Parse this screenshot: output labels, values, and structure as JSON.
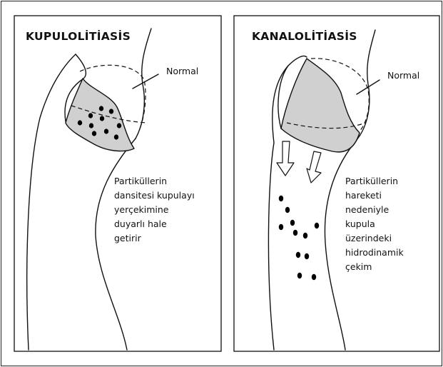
{
  "panels": [
    {
      "title": "KUPULOLİTİASİS",
      "normal_label": "Normal",
      "description": [
        "Partiküllerin",
        "dansitesi kupulayı",
        "yerçekimine",
        "duyarlı hale",
        "getirir"
      ]
    },
    {
      "title": "KANALOLİTİASİS",
      "normal_label": "Normal",
      "description": [
        "Partiküllerin",
        "hareketi",
        "nedeniyle",
        "kupula",
        "üzerindeki",
        "hidrodinamik",
        "çekim"
      ]
    }
  ],
  "colors": {
    "cupula_fill": "#d0d0d0",
    "particle": "#000000",
    "line": "#111111"
  }
}
